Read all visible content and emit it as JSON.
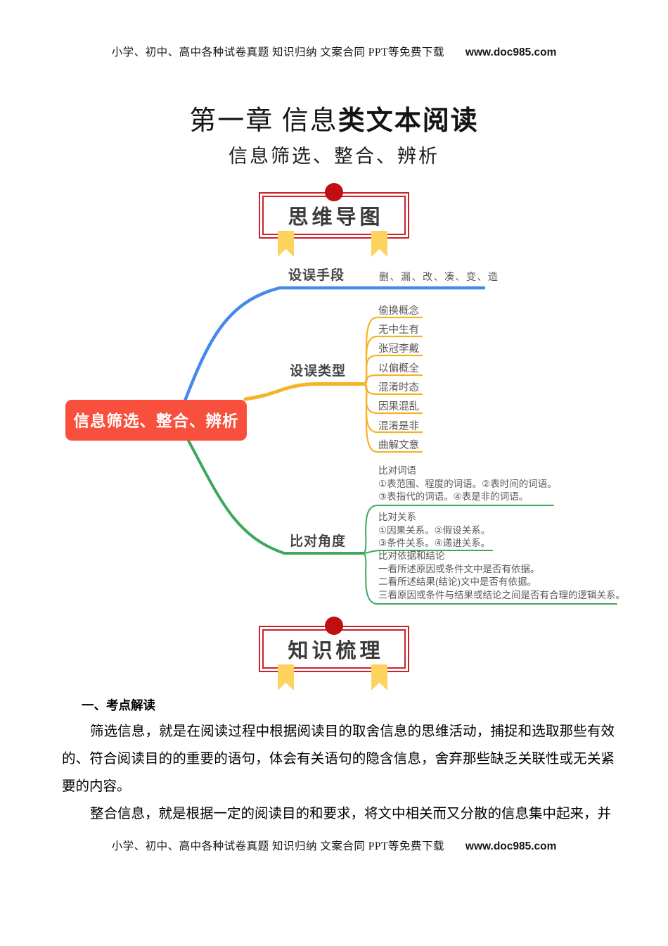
{
  "meta": {
    "note": "小学、初中、高中各种试卷真题 知识归纳 文案合同 PPT等免费下载",
    "site": "www.doc985.com"
  },
  "heading": {
    "title_parts": [
      "第一章 信息",
      "类文本阅读"
    ],
    "subtitle": "信息筛选、整合、辨析"
  },
  "badges": {
    "mindmap": "思维导图",
    "knowledge": "知识梳理"
  },
  "mindmap": {
    "root": "信息筛选、整合、辨析",
    "branches": [
      {
        "label": "设误手段",
        "items": [
          "删、漏、改、凑、变、造"
        ]
      },
      {
        "label": "设误类型",
        "items": [
          "偷换概念",
          "无中生有",
          "张冠李戴",
          "以偏概全",
          "混淆时态",
          "因果混乱",
          "混淆是非",
          "曲解文意"
        ]
      },
      {
        "label": "比对角度",
        "blocks": [
          {
            "lines": [
              "比对词语",
              "①表范围、程度的词语。②表时间的词语。",
              "③表指代的词语。④表是非的词语。"
            ]
          },
          {
            "lines": [
              "比对关系",
              "①因果关系。②假设关系。",
              "③条件关系。④递进关系。"
            ]
          },
          {
            "lines": [
              "比对依据和结论",
              "一看所述原因或条件文中是否有依据。",
              "二看所述结果(结论)文中是否有依据。",
              "三看原因或条件与结果或结论之间是否有合理的逻辑关系。"
            ]
          }
        ]
      }
    ]
  },
  "content": {
    "section_title": "一、考点解读",
    "paragraphs": [
      "筛选信息，就是在阅读过程中根据阅读目的取舍信息的思维活动，捕捉和选取那些有效的、符合阅读目的的重要的语句，体会有关语句的隐含信息，舍弃那些缺乏关联性或无关紧要的内容。",
      "整合信息，就是根据一定的阅读目的和要求，将文中相关而又分散的信息集中起来，并"
    ]
  },
  "colors": {
    "blue": "#4689ec",
    "yellow": "#f5b32a",
    "green": "#3da85b",
    "node_red": "#f94f3d",
    "badge_border": "#cc2229",
    "badge_dot": "#c00f12",
    "ribbon": "#fcd35e"
  }
}
